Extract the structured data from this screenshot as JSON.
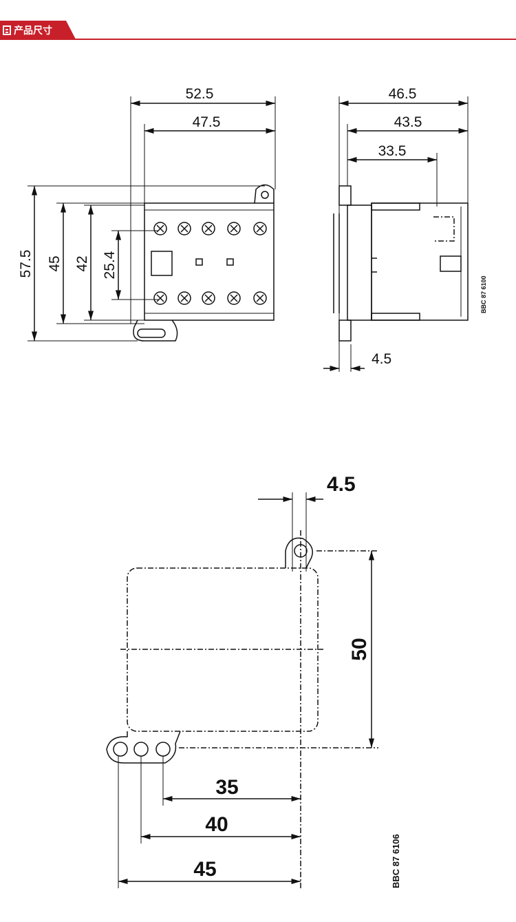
{
  "header": {
    "title": "产品尺寸",
    "icon": "document-icon",
    "accent": "#c8202a"
  },
  "front_view": {
    "dims": {
      "width_overall": "52.5",
      "width_body": "47.5",
      "height_overall": "57.5",
      "height_45": "45",
      "height_42": "42",
      "terminal_pitch": "25.4"
    }
  },
  "side_view": {
    "dims": {
      "depth_overall": "46.5",
      "depth_43": "43.5",
      "depth_33": "33.5",
      "rail_offset": "4.5"
    },
    "code": "BBC 87 6100"
  },
  "mounting_view": {
    "dims": {
      "hole_dia": "4.5",
      "vertical": "50",
      "h35": "35",
      "h40": "40",
      "h45": "45"
    },
    "code": "BBC 87 6106"
  }
}
